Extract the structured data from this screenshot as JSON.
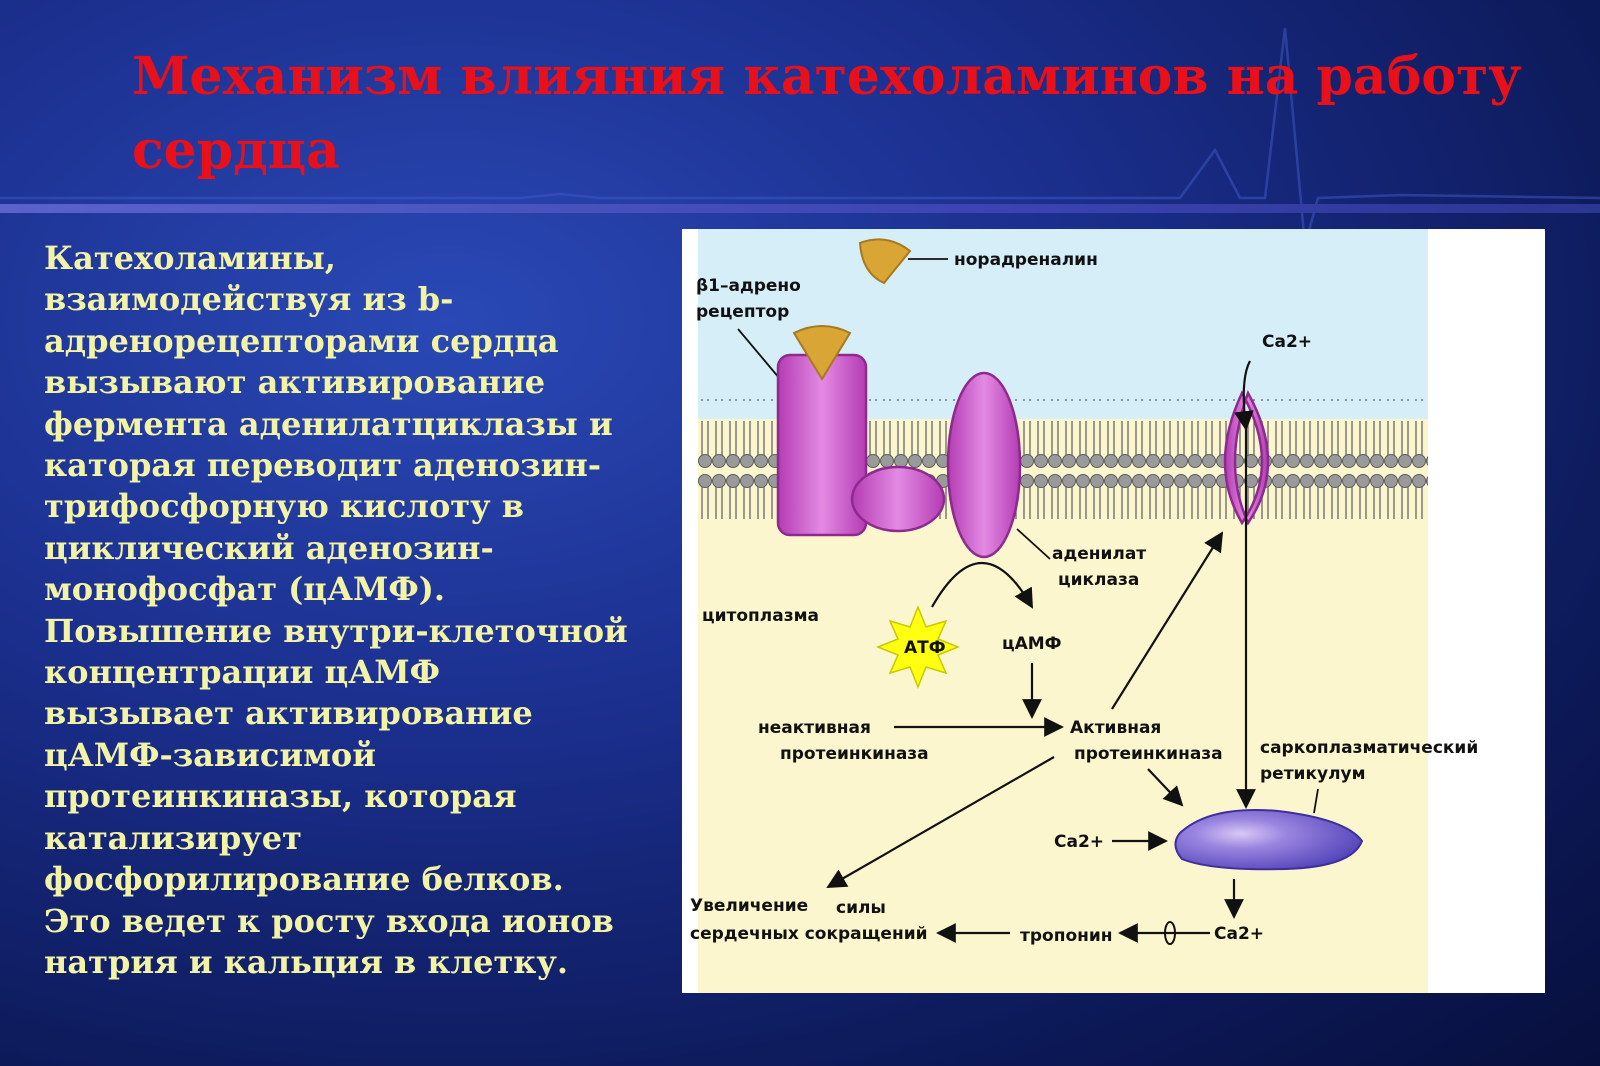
{
  "slide": {
    "title": "Механизм влияния катехоламинов на работу сердца",
    "body_lines": [
      "Катехоламины,",
      "взаимодействуя из b-",
      "адренорецепторами сердца",
      "вызывают активирование",
      "фермента аденилатциклазы и",
      "каторая переводит аденозин-",
      "трифосфорную кислоту в",
      "циклический аденозин-",
      "монофосфат (цАМФ).",
      "Повышение внутри-клеточной",
      "концентрации цАМФ",
      "вызывает активирование",
      "цАМФ-зависимой",
      "протеинкиназы, которая",
      "катализирует",
      "фосфорилирование белков.",
      "Это ведет к росту входа ионов",
      "натрия и кальция в клетку."
    ]
  },
  "diagram": {
    "labels": {
      "noradrenaline": "норадреналин",
      "receptor_line1": "β1–адрено",
      "receptor_line2": "рецептор",
      "ca_top": "Ca2+",
      "adenylate_line1": "аденилат",
      "adenylate_line2": "циклаза",
      "cytoplasm": "цитоплазма",
      "atp": "АТФ",
      "camp": "цАМФ",
      "inactive_line1": "неактивная",
      "inactive_line2": "протеинкиназа",
      "active_line1": "Активная",
      "active_line2": "протеинкиназа",
      "sr_line1": "саркоплазматический",
      "sr_line2": "ретикулум",
      "ca_left": "Ca2+",
      "increase_line1a": "Увеличение",
      "increase_line1b": "силы",
      "increase_line2": "сердечных сокращений",
      "troponin": "тропонин",
      "ca_bottom": "Ca2+"
    },
    "colors": {
      "extracellular": "#d6eef8",
      "cytoplasm": "#fcf6cf",
      "protein": "#cc55cc",
      "ligand": "#d9a534",
      "atp": "#ffff10",
      "reticulum": "#6a58c8"
    }
  }
}
